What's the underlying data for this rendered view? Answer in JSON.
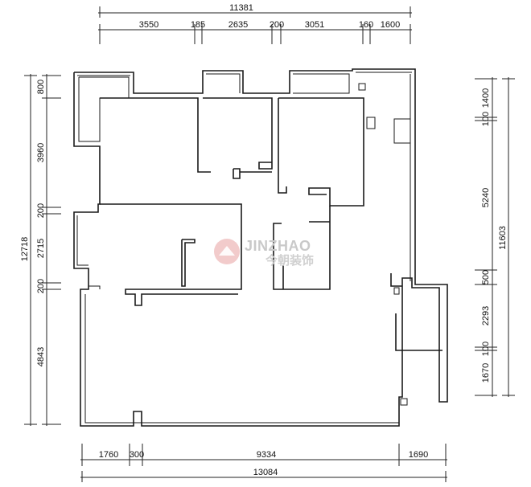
{
  "watermark": {
    "brand": "JINZHAO",
    "brand_cn": "今朝装饰",
    "color": "#e07a7a"
  },
  "dimensions": {
    "top_total": "11381",
    "top_segments": [
      "3550",
      "185",
      "2635",
      "200",
      "3051",
      "160",
      "1600"
    ],
    "bottom_segments": [
      "1760",
      "300",
      "9334",
      "1690"
    ],
    "bottom_total": "13084",
    "left_segments": [
      "800",
      "3960",
      "200",
      "2715",
      "200",
      "4843"
    ],
    "left_total": "12718",
    "right_segments": [
      "1400",
      "100",
      "5240",
      "500",
      "2293",
      "100",
      "1670"
    ],
    "right_total": "11603"
  }
}
